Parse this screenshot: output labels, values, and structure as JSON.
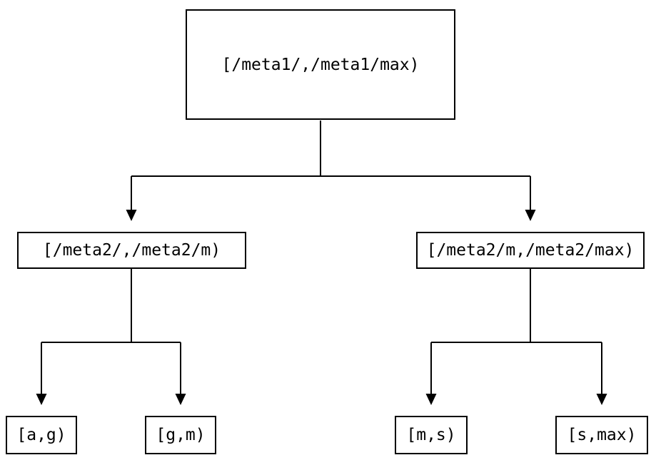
{
  "diagram": {
    "type": "tree",
    "background_color": "#ffffff",
    "line_color": "#000000",
    "text_color": "#000000",
    "nodes": {
      "root": {
        "label": "[/meta1/,/meta1/max)",
        "level": 1
      },
      "left": {
        "label": "[/meta2/,/meta2/m)",
        "level": 2
      },
      "right": {
        "label": "[/meta2/m,/meta2/max)",
        "level": 2
      },
      "leaf_ag": {
        "label": "[a,g)",
        "level": 3
      },
      "leaf_gm": {
        "label": "[g,m)",
        "level": 3
      },
      "leaf_ms": {
        "label": "[m,s)",
        "level": 3
      },
      "leaf_smax": {
        "label": "[s,max)",
        "level": 3
      }
    },
    "edges": [
      {
        "from": "root",
        "to": "left"
      },
      {
        "from": "root",
        "to": "right"
      },
      {
        "from": "left",
        "to": "leaf_ag"
      },
      {
        "from": "left",
        "to": "leaf_gm"
      },
      {
        "from": "right",
        "to": "leaf_ms"
      },
      {
        "from": "right",
        "to": "leaf_smax"
      }
    ]
  }
}
